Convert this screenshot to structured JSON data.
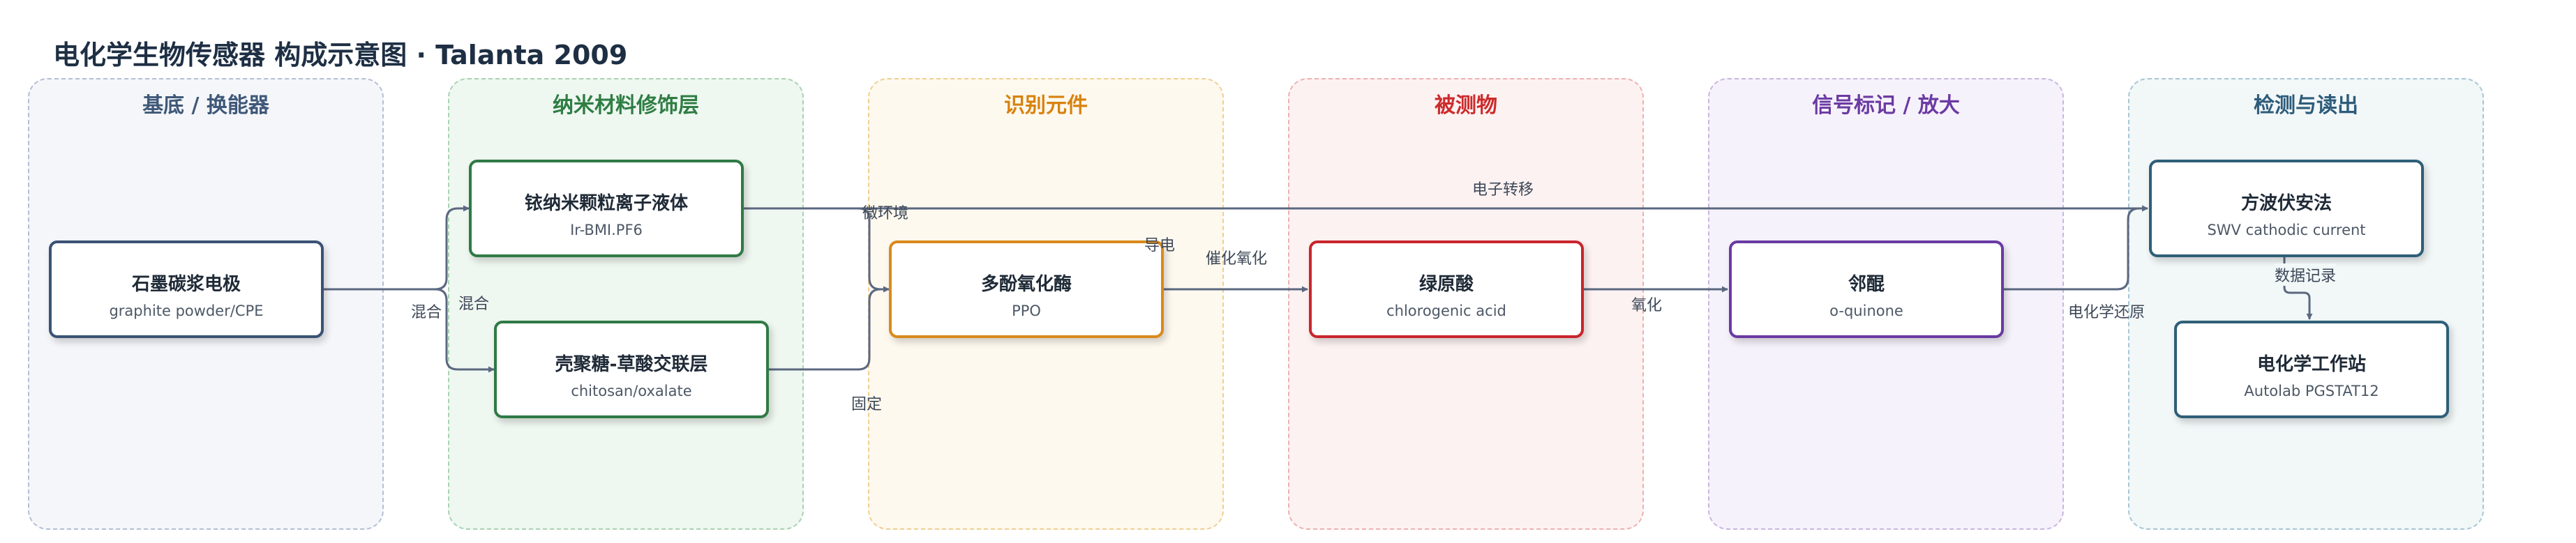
{
  "title": "电化学生物传感器 构成示意图 · Talanta 2009",
  "groups": [
    {
      "title": "基底 / 换能器",
      "color": "#3f5878",
      "border": "#b3bfd3",
      "fill": "#f4f6fa"
    },
    {
      "title": "纳米材料修饰层",
      "color": "#2e7d43",
      "border": "#a9d2b1",
      "fill": "#eff7f1"
    },
    {
      "title": "识别元件",
      "color": "#d8820e",
      "border": "#f0cf92",
      "fill": "#fef9ef"
    },
    {
      "title": "被测物",
      "color": "#cc2b2b",
      "border": "#eeb0b0",
      "fill": "#fdf2f2"
    },
    {
      "title": "信号标记 / 放大",
      "color": "#6b3aa3",
      "border": "#c9b6e0",
      "fill": "#f6f2fb"
    },
    {
      "title": "检测与读出",
      "color": "#2d5c7a",
      "border": "#a8c6d4",
      "fill": "#f2f7f8"
    }
  ],
  "nodes": {
    "cpe": {
      "name": "石墨碳浆电极",
      "sub": "graphite powder/CPE",
      "color": "#3a5274"
    },
    "ir_il": {
      "name": "铱纳米颗粒离子液体",
      "sub": "Ir-BMI.PF6",
      "color": "#2f7a45"
    },
    "chitosan": {
      "name": "壳聚糖-草酸交联层",
      "sub": "chitosan/oxalate",
      "color": "#2f7a45"
    },
    "ppo": {
      "name": "多酚氧化酶",
      "sub": "PPO",
      "color": "#d98a1c"
    },
    "chlorogenic": {
      "name": "绿原酸",
      "sub": "chlorogenic acid",
      "color": "#c9252d"
    },
    "quinone": {
      "name": "邻醌",
      "sub": "o-quinone",
      "color": "#6a3aa2"
    },
    "swv": {
      "name": "方波伏安法",
      "sub": "SWV cathodic current",
      "color": "#2f5f78"
    },
    "autolab": {
      "name": "电化学工作站",
      "sub": "Autolab PGSTAT12",
      "color": "#2f5f78"
    }
  },
  "edge_labels": {
    "mix1": "混合",
    "mix2": "混合",
    "microenv": "微环境",
    "conduct": "导电",
    "immobilize": "固定",
    "catalyze": "催化氧化",
    "oxidize": "氧化",
    "reduce": "电化学还原",
    "electron": "电子转移",
    "record": "数据记录"
  },
  "edge_color": "#5b6880"
}
